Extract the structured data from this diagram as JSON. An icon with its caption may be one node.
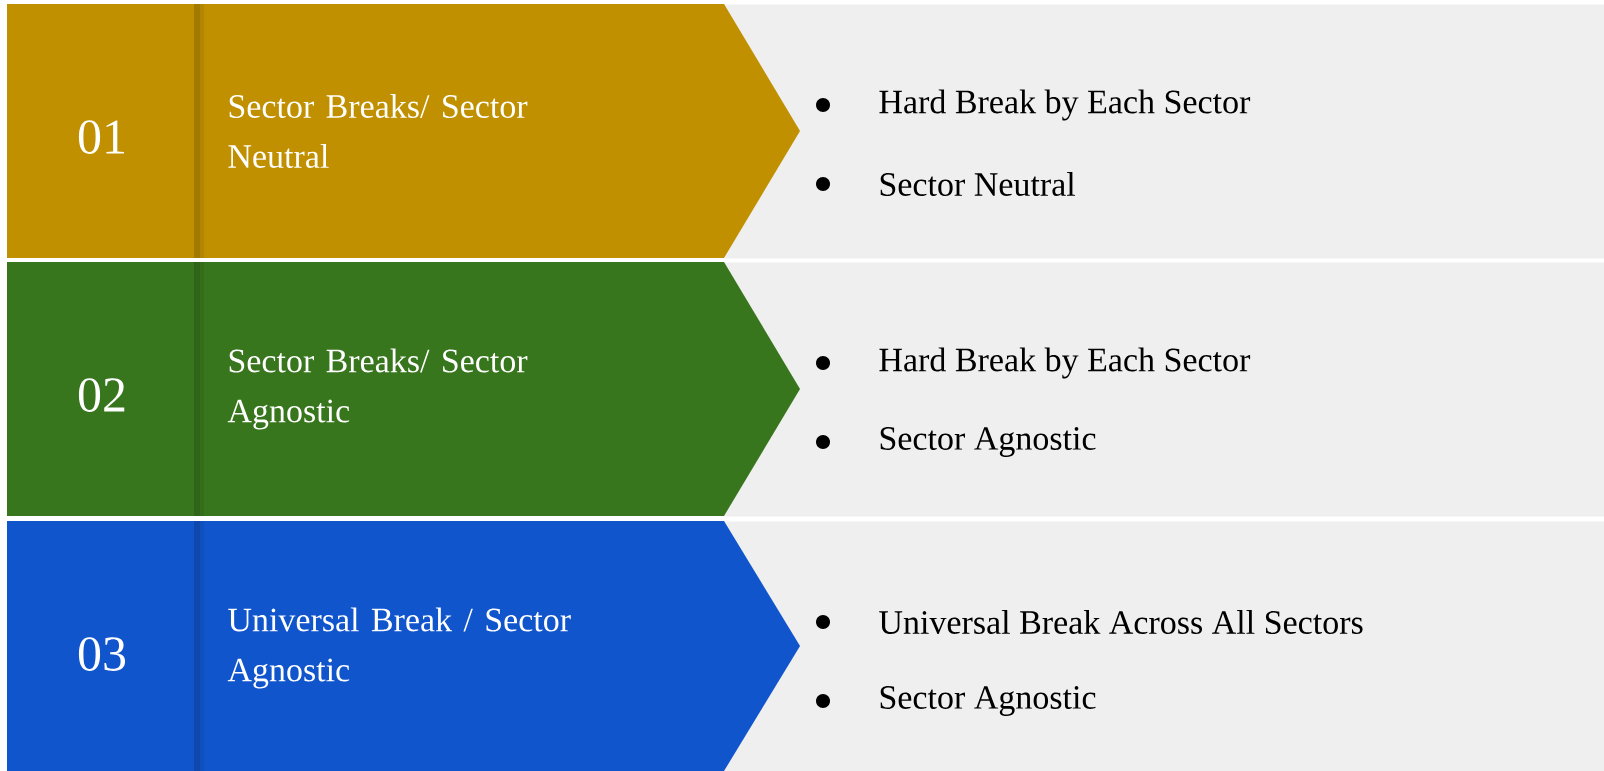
{
  "diagram": {
    "nodes": [
      {
        "text": [
          "01",
          "Sector Breaks/ Sector Neutral"
        ]
      },
      {
        "text": [
          "Hard Break by Each Sector",
          "Sector Neutral"
        ]
      },
      {
        "text": [
          "02",
          "Sector Breaks/ Sector Agnostic"
        ]
      },
      {
        "text": [
          "Hard Break by Each Sector",
          "Sector Agnostic"
        ]
      },
      {
        "text": [
          "03",
          "Universal Break / Sector Agnostic"
        ]
      },
      {
        "text": [
          "Universal Break Across All Sectors",
          "Sector Agnostic"
        ]
      }
    ]
  }
}
